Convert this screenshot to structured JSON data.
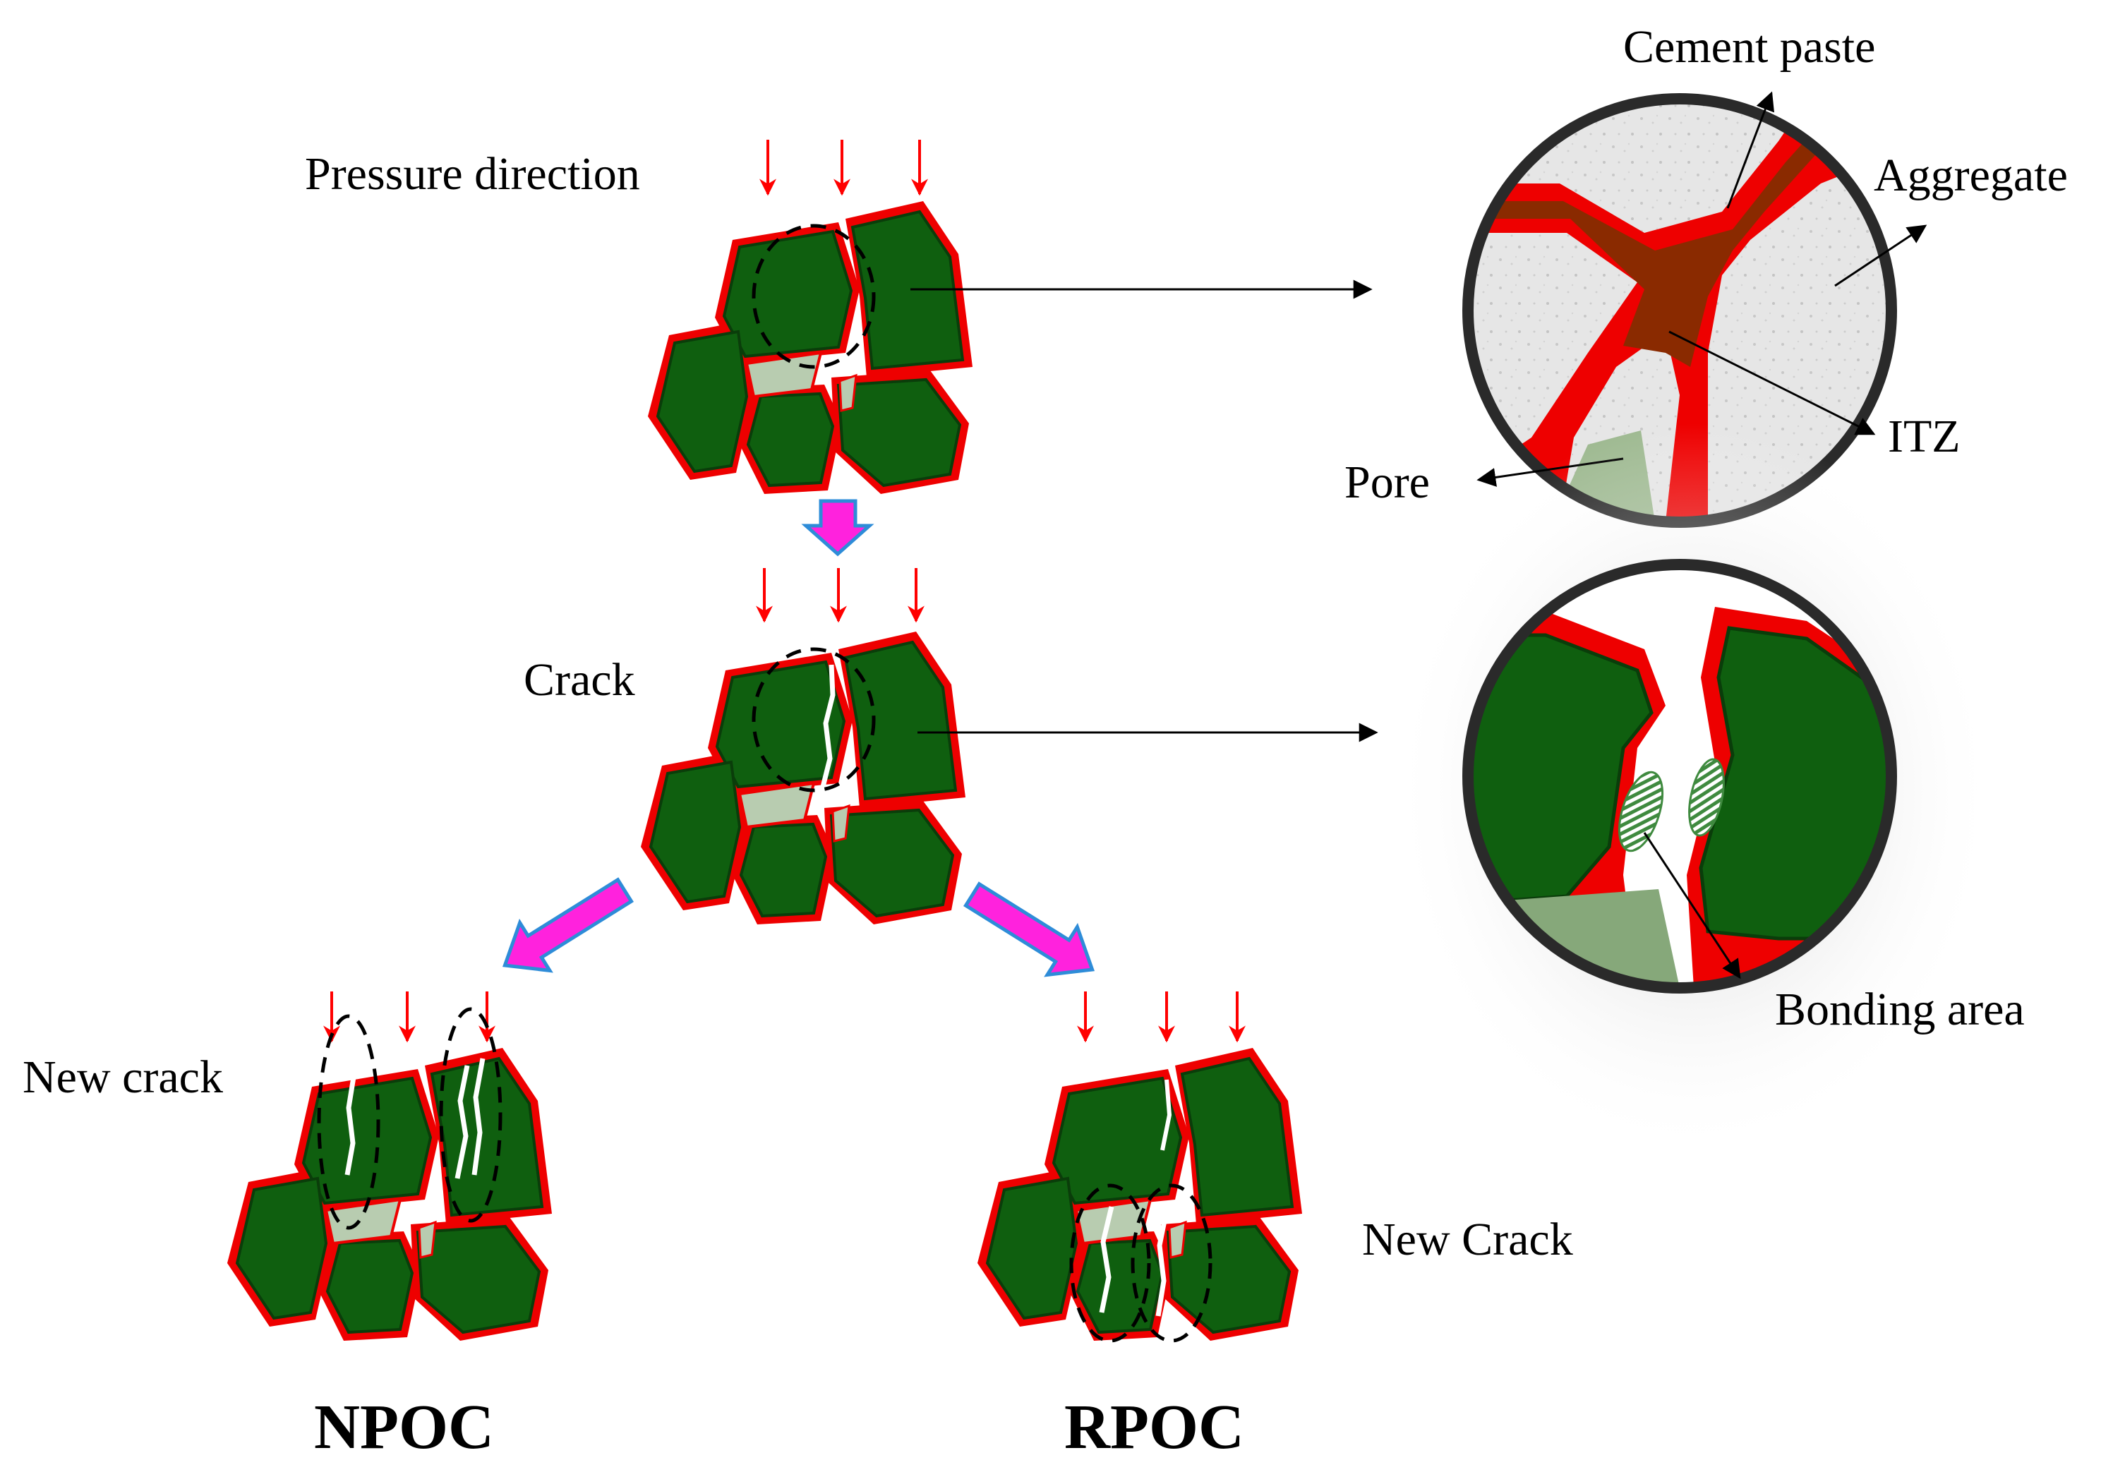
{
  "labels": {
    "pressure_direction": "Pressure direction",
    "crack": "Crack",
    "new_crack_left": "New crack",
    "new_crack_right": "New Crack",
    "npoc": "NPOC",
    "rpoc": "RPOC",
    "cement_paste": "Cement paste",
    "aggregate": "Aggregate",
    "itz": "ITZ",
    "pore": "Pore",
    "bonding_area": "Bonding area"
  },
  "colors": {
    "aggregate_green": "#0f5f0f",
    "paste_red": "#ee0000",
    "pore_light": "#b8ccb0",
    "pressure_arrow": "#ff0000",
    "flow_arrow_fill": "#ff22dd",
    "flow_arrow_edge": "#2e8cd8",
    "lens_frame": "#2a2a2a",
    "itz_brown": "#8a2a00"
  },
  "icons": {
    "pressure_arrow": "arrow-down-icon",
    "flow_arrow": "block-arrow-icon",
    "leader_arrow": "arrow-right-icon"
  }
}
